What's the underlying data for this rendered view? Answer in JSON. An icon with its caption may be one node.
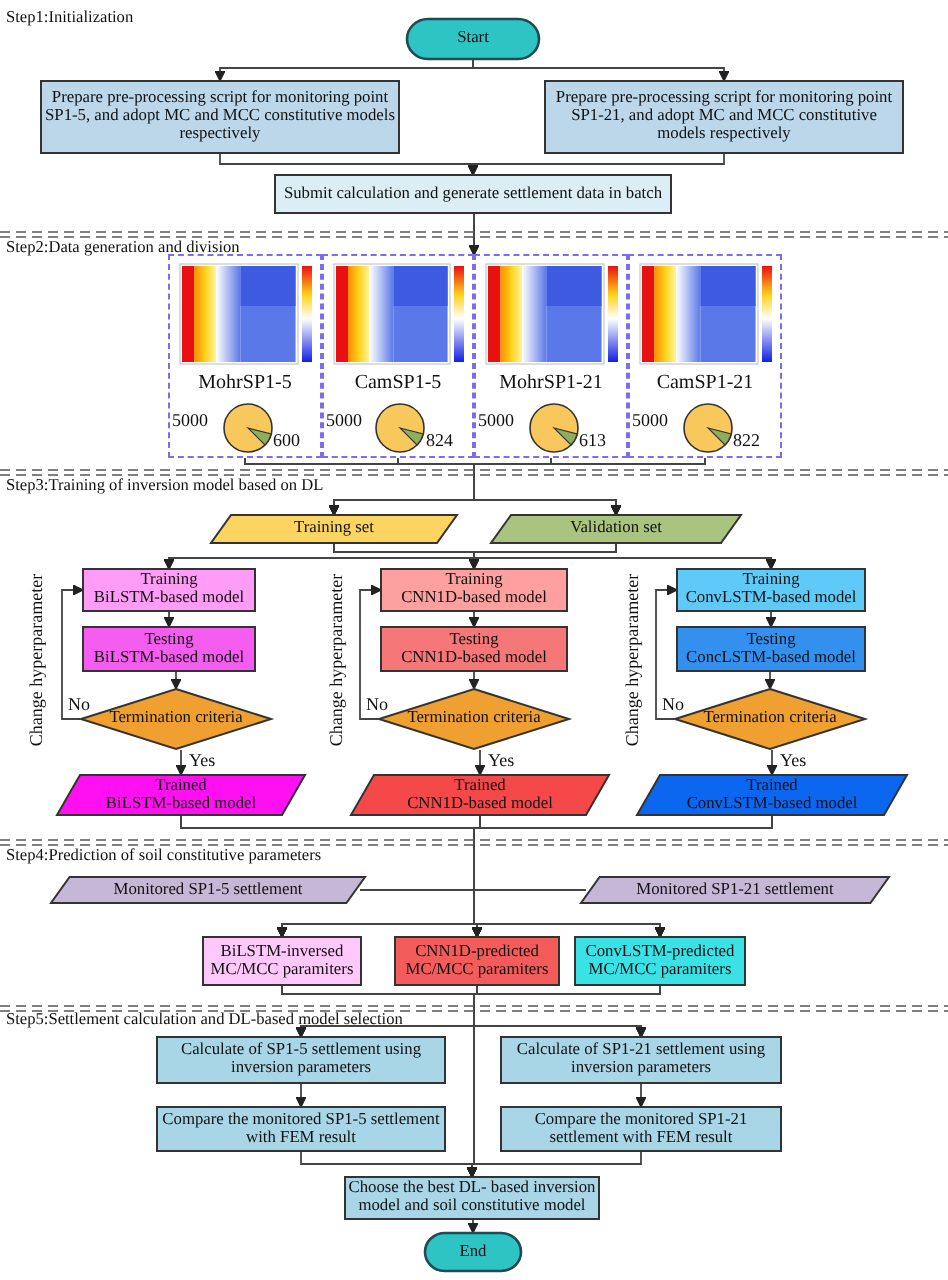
{
  "diagram": {
    "nodes": [
      {
        "text": [
          "Start"
        ]
      },
      {
        "text": [
          "Prepare pre-processing script for monitoring point SP1-5, and adopt MC and MCC constitutive models respectively"
        ]
      },
      {
        "text": [
          "Prepare pre-processing script for monitoring point SP1-21, and adopt MC and MCC constitutive models respectively"
        ]
      },
      {
        "text": [
          "Submit calculation and generate settlement data in batch"
        ]
      },
      {
        "text": [
          "MohrSP1-5",
          "5000",
          "600"
        ]
      },
      {
        "text": [
          "CamSP1-5",
          "5000",
          "824"
        ]
      },
      {
        "text": [
          "MohrSP1-21",
          "5000",
          "613"
        ]
      },
      {
        "text": [
          "CamSP1-21",
          "5000",
          "822"
        ]
      },
      {
        "text": [
          "Training set"
        ]
      },
      {
        "text": [
          "Validation set"
        ]
      },
      {
        "text": [
          "Training",
          "BiLSTM-based model"
        ]
      },
      {
        "text": [
          "Testing",
          "BiLSTM-based model"
        ]
      },
      {
        "text": [
          "Termination criteria"
        ]
      },
      {
        "text": [
          "Trained",
          "BiLSTM-based model"
        ]
      },
      {
        "text": [
          "Training",
          "CNN1D-based model"
        ]
      },
      {
        "text": [
          "Testing",
          "CNN1D-based model"
        ]
      },
      {
        "text": [
          "Termination criteria"
        ]
      },
      {
        "text": [
          "Trained",
          "CNN1D-based model"
        ]
      },
      {
        "text": [
          "Training",
          "ConvLSTM-based model"
        ]
      },
      {
        "text": [
          "Testing",
          "ConcLSTM-based model"
        ]
      },
      {
        "text": [
          "Termination criteria"
        ]
      },
      {
        "text": [
          "Trained",
          "ConvLSTM-based model"
        ]
      },
      {
        "text": [
          "Monitored SP1-5 settlement"
        ]
      },
      {
        "text": [
          "Monitored SP1-21 settlement"
        ]
      },
      {
        "text": [
          "BiLSTM-inversed MC/MCC paramiters"
        ]
      },
      {
        "text": [
          "CNN1D-predicted MC/MCC paramiters"
        ]
      },
      {
        "text": [
          "ConvLSTM-predicted MC/MCC paramiters"
        ]
      },
      {
        "text": [
          "Calculate of SP1-5 settlement using inversion parameters"
        ]
      },
      {
        "text": [
          "Calculate of SP1-21 settlement using inversion parameters"
        ]
      },
      {
        "text": [
          "Compare the monitored SP1-5 settlement with FEM result"
        ]
      },
      {
        "text": [
          "Compare the monitored SP1-21 settlement with FEM result"
        ]
      },
      {
        "text": [
          "Choose the best DL- based inversion model and soil constitutive model"
        ]
      },
      {
        "text": [
          "End"
        ]
      }
    ],
    "edges": [
      {
        "from": 0,
        "to": 1,
        "arrow": "to"
      },
      {
        "from": 0,
        "to": 2,
        "arrow": "to"
      },
      {
        "from": 1,
        "to": 3,
        "arrow": "to"
      },
      {
        "from": 2,
        "to": 3,
        "arrow": "to"
      },
      {
        "from": 3,
        "to": 5,
        "arrow": "to"
      },
      {
        "from": 3,
        "to": 6,
        "arrow": "to"
      },
      {
        "from": 4,
        "to": 8,
        "arrow": "to"
      },
      {
        "from": 4,
        "to": 9,
        "arrow": "to"
      },
      {
        "from": 5,
        "to": 8,
        "arrow": "to"
      },
      {
        "from": 5,
        "to": 9,
        "arrow": "to"
      },
      {
        "from": 6,
        "to": 8,
        "arrow": "to"
      },
      {
        "from": 6,
        "to": 9,
        "arrow": "to"
      },
      {
        "from": 7,
        "to": 8,
        "arrow": "to"
      },
      {
        "from": 7,
        "to": 9,
        "arrow": "to"
      },
      {
        "from": 8,
        "to": 10,
        "arrow": "to"
      },
      {
        "from": 8,
        "to": 14,
        "arrow": "to"
      },
      {
        "from": 8,
        "to": 18,
        "arrow": "to"
      },
      {
        "from": 9,
        "to": 10,
        "arrow": "to"
      },
      {
        "from": 9,
        "to": 14,
        "arrow": "to"
      },
      {
        "from": 9,
        "to": 18,
        "arrow": "to"
      },
      {
        "from": 10,
        "to": 11,
        "arrow": "to"
      },
      {
        "from": 11,
        "to": 12,
        "arrow": "to"
      },
      {
        "from": 12,
        "to": 13,
        "arrow": "to",
        "label": "Yes"
      },
      {
        "from": 12,
        "to": 10,
        "arrow": "to",
        "label": "No"
      },
      {
        "from": 14,
        "to": 15,
        "arrow": "to"
      },
      {
        "from": 15,
        "to": 16,
        "arrow": "to"
      },
      {
        "from": 16,
        "to": 17,
        "arrow": "to",
        "label": "Yes"
      },
      {
        "from": 16,
        "to": 14,
        "arrow": "to",
        "label": "No"
      },
      {
        "from": 18,
        "to": 19,
        "arrow": "to"
      },
      {
        "from": 19,
        "to": 20,
        "arrow": "to"
      },
      {
        "from": 20,
        "to": 21,
        "arrow": "to",
        "label": "Yes"
      },
      {
        "from": 20,
        "to": 18,
        "arrow": "to",
        "label": "No"
      },
      {
        "from": 13,
        "to": 24,
        "arrow": "to"
      },
      {
        "from": 13,
        "to": 25,
        "arrow": "to"
      },
      {
        "from": 13,
        "to": 26,
        "arrow": "to"
      },
      {
        "from": 17,
        "to": 24,
        "arrow": "to"
      },
      {
        "from": 17,
        "to": 25,
        "arrow": "to"
      },
      {
        "from": 17,
        "to": 26,
        "arrow": "to"
      },
      {
        "from": 21,
        "to": 24,
        "arrow": "to"
      },
      {
        "from": 21,
        "to": 25,
        "arrow": "to"
      },
      {
        "from": 21,
        "to": 26,
        "arrow": "to"
      },
      {
        "from": 22,
        "to": 24,
        "arrow": "to"
      },
      {
        "from": 22,
        "to": 25,
        "arrow": "to"
      },
      {
        "from": 22,
        "to": 26,
        "arrow": "to"
      },
      {
        "from": 23,
        "to": 24,
        "arrow": "to"
      },
      {
        "from": 23,
        "to": 25,
        "arrow": "to"
      },
      {
        "from": 23,
        "to": 26,
        "arrow": "to"
      },
      {
        "from": 24,
        "to": 27,
        "arrow": "to"
      },
      {
        "from": 24,
        "to": 28,
        "arrow": "to"
      },
      {
        "from": 24,
        "to": 31,
        "arrow": "to"
      },
      {
        "from": 25,
        "to": 27,
        "arrow": "to"
      },
      {
        "from": 25,
        "to": 28,
        "arrow": "to"
      },
      {
        "from": 25,
        "to": 31,
        "arrow": "to"
      },
      {
        "from": 26,
        "to": 27,
        "arrow": "to"
      },
      {
        "from": 26,
        "to": 28,
        "arrow": "to"
      },
      {
        "from": 26,
        "to": 31,
        "arrow": "to"
      },
      {
        "from": 27,
        "to": 29,
        "arrow": "to"
      },
      {
        "from": 28,
        "to": 30,
        "arrow": "to"
      },
      {
        "from": 29,
        "to": 31,
        "arrow": "to"
      },
      {
        "from": 30,
        "to": 31,
        "arrow": "to"
      },
      {
        "from": 31,
        "to": 32,
        "arrow": "to"
      }
    ],
    "labels": [
      "Step1:Initialization",
      "Step2:Data generation and division",
      "Step3:Training of inversion model based on DL",
      "Change hyperparameter",
      "Change hyperparameter",
      "Change hyperparameter",
      "Step4:Prediction of soil constitutive parameters",
      "Step5:Settlement calculation and DL-based model selection"
    ]
  }
}
